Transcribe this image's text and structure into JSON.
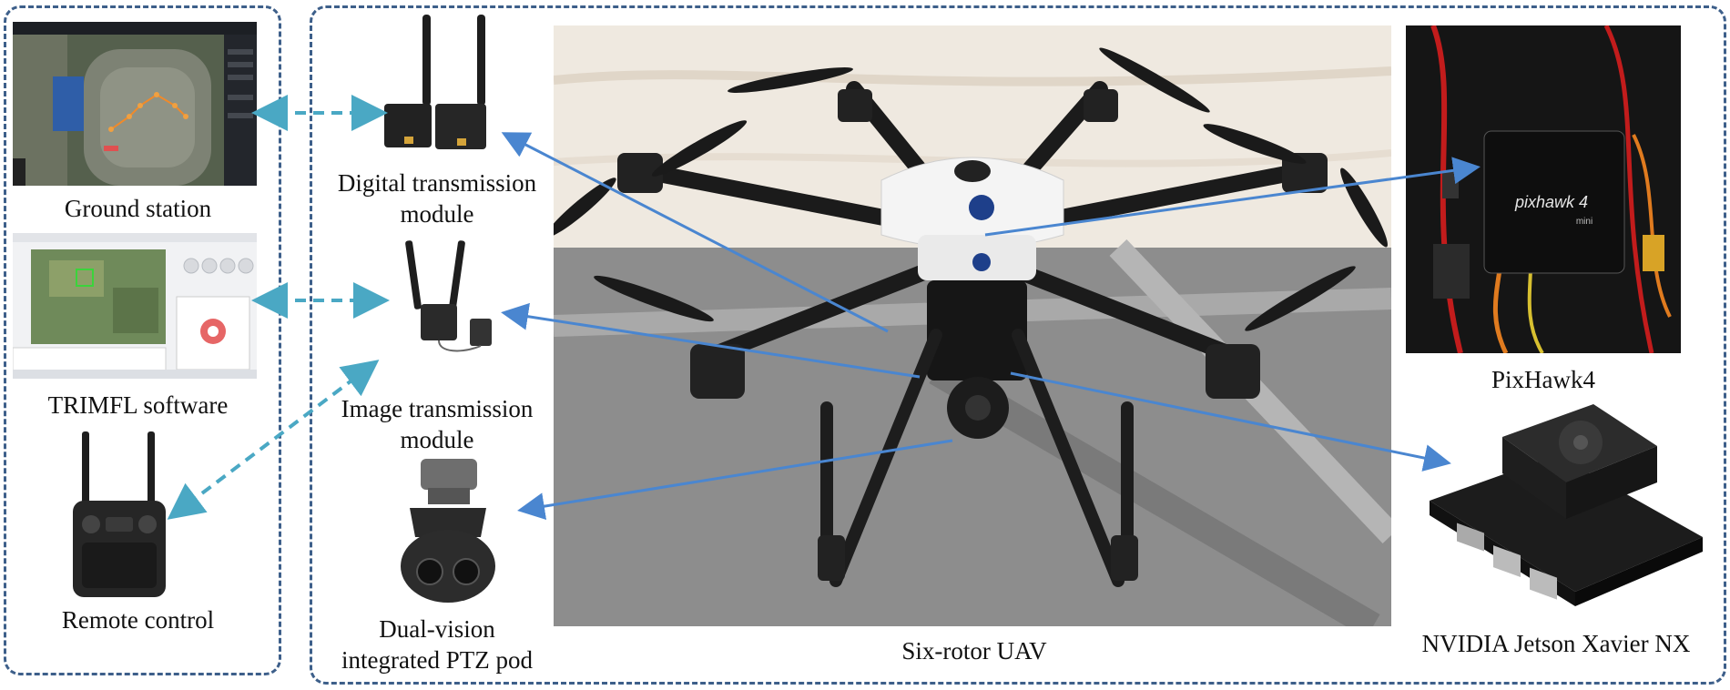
{
  "labels": {
    "ground_station": "Ground station",
    "trimfl_software": "TRIMFL software",
    "remote_control": "Remote control",
    "digital_module_line1": "Digital transmission",
    "digital_module_line2": "module",
    "image_module_line1": "Image transmission",
    "image_module_line2": "module",
    "ptz_line1": "Dual-vision",
    "ptz_line2": "integrated  PTZ pod",
    "uav": "Six-rotor UAV",
    "pixhawk": "PixHawk4",
    "jetson": "NVIDIA Jetson Xavier NX"
  },
  "pixhawk_board": {
    "brand": "pixhawk 4",
    "sub": "mini"
  },
  "colors": {
    "frame": "#3d5f8a",
    "link_dashed": "#4aa8c4",
    "pointer": "#4a86d0"
  }
}
